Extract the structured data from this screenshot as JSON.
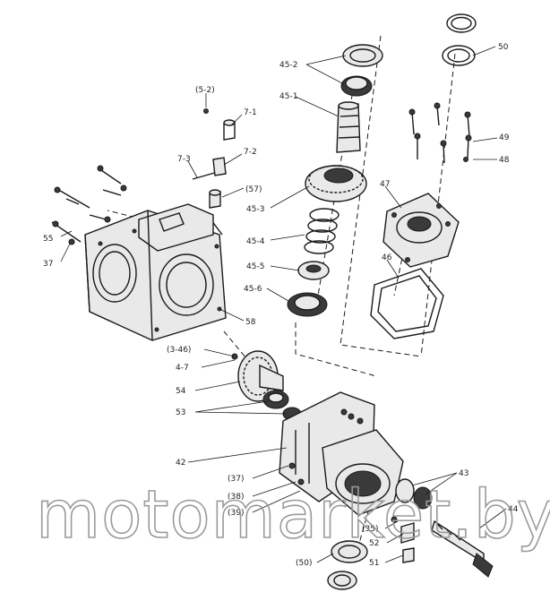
{
  "diagram": {
    "labels": {
      "l_45_2": "45-2",
      "l_45_1": "45-1",
      "l_50_top": "50",
      "l_5_2": "(5-2)",
      "l_7_1": "7-1",
      "l_7_2": "7-2",
      "l_7_3": "7-3",
      "l_57": "(57)",
      "l_45_3": "45-3",
      "l_45_4": "45-4",
      "l_45_5": "45-5",
      "l_45_6": "45-6",
      "l_47": "47",
      "l_46": "46",
      "l_49": "49",
      "l_48": "48",
      "l_55": "55",
      "l_37": "37",
      "l_58": "58",
      "l_3_46": "(3-46)",
      "l_4_7": "4-7",
      "l_54": "54",
      "l_53": "53",
      "l_42": "42",
      "l_37b": "(37)",
      "l_38": "(38)",
      "l_39": "(39)",
      "l_43": "43",
      "l_44": "44",
      "l_35": "(35)",
      "l_52": "52",
      "l_51": "51",
      "l_50b": "(50)"
    },
    "watermark": "motomarket.by"
  }
}
